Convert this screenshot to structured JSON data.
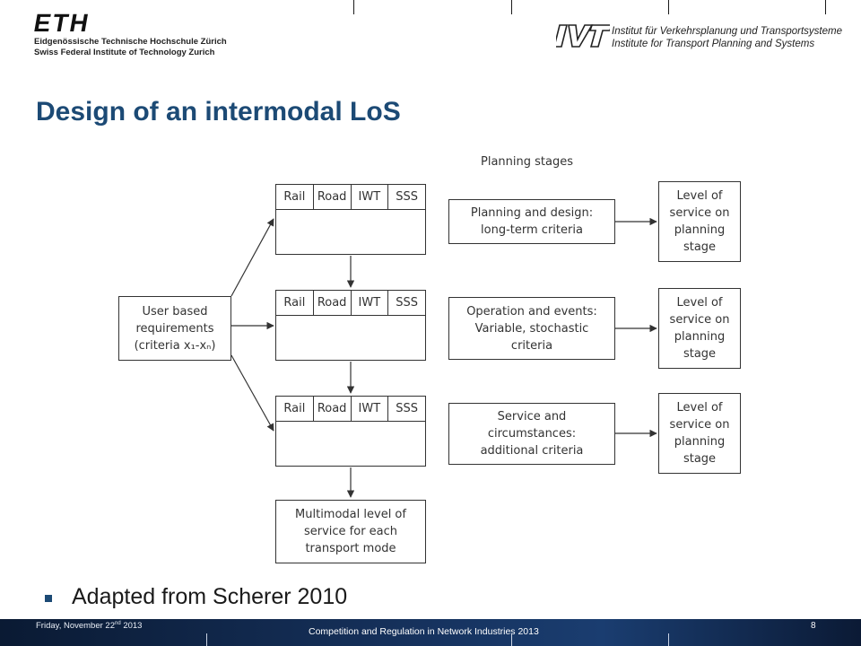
{
  "header": {
    "eth_logo": "ETH",
    "eth_line1": "Eidgenössische Technische Hochschule Zürich",
    "eth_line2": "Swiss Federal Institute of Technology Zurich",
    "ivt_logo": "IVT",
    "ivt_line1": "Institut für Verkehrsplanung und Transportsysteme",
    "ivt_line2": "Institute for Transport Planning and Systems"
  },
  "slide": {
    "title": "Design of an intermodal LoS",
    "bullet": "Adapted from Scherer 2010"
  },
  "diagram": {
    "planning_stages_label": "Planning stages",
    "user_requirements": [
      "User based",
      "requirements",
      "(criteria x₁-xₙ)"
    ],
    "modes": [
      "Rail",
      "Road",
      "IWT",
      "SSS"
    ],
    "stage_descriptions": [
      [
        "Planning and design:",
        "long-term criteria"
      ],
      [
        "Operation and events:",
        "Variable, stochastic",
        "criteria"
      ],
      [
        "Service and",
        "circumstances:",
        "additional criteria"
      ]
    ],
    "level_of_service": [
      "Level of",
      "service on",
      "planning",
      "stage"
    ],
    "multimodal": [
      "Multimodal level of",
      "service for each",
      "transport mode"
    ]
  },
  "footer": {
    "date_text": "Friday, November 22",
    "date_suffix": "nd",
    "date_year": "2013",
    "course": "Competition and Regulation in Network Industries 2013",
    "page_number": "8"
  },
  "colors": {
    "title": "#1c4a75",
    "footer_bg": "#15305a",
    "line": "#333333"
  }
}
